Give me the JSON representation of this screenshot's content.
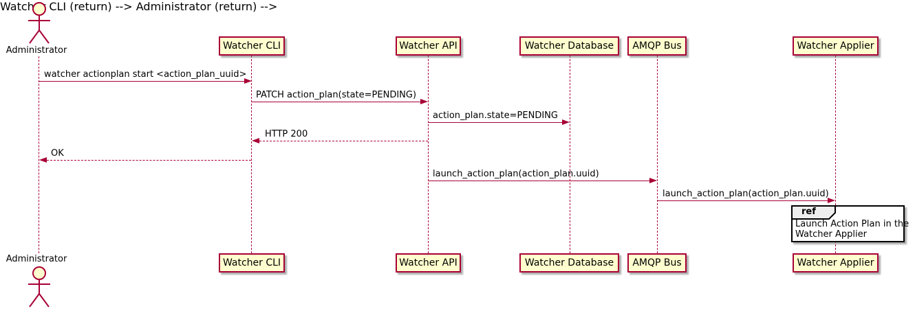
{
  "diagram": {
    "type": "sequence-diagram",
    "actor": {
      "name": "Administrator"
    },
    "participants": [
      {
        "label": "Watcher CLI"
      },
      {
        "label": "Watcher API"
      },
      {
        "label": "Watcher Database"
      },
      {
        "label": "AMQP Bus"
      },
      {
        "label": "Watcher Applier"
      }
    ],
    "messages": [
      {
        "from": "Administrator",
        "to": "Watcher CLI",
        "label": "watcher actionplan start <action_plan_uuid>",
        "line": "solid"
      },
      {
        "from": "Watcher CLI",
        "to": "Watcher API",
        "label": "PATCH action_plan(state=PENDING)",
        "line": "solid"
      },
      {
        "from": "Watcher API",
        "to": "Watcher Database",
        "label": "action_plan.state=PENDING",
        "line": "solid"
      },
      {
        "from": "Watcher API",
        "to": "Watcher CLI",
        "label": "HTTP 200",
        "line": "dotted"
      },
      {
        "from": "Watcher CLI",
        "to": "Administrator",
        "label": "OK",
        "line": "dotted"
      },
      {
        "from": "Watcher API",
        "to": "AMQP Bus",
        "label": "launch_action_plan(action_plan.uuid)",
        "line": "solid"
      },
      {
        "from": "AMQP Bus",
        "to": "Watcher Applier",
        "label": "launch_action_plan(action_plan.uuid)",
        "line": "solid"
      }
    ],
    "ref": {
      "keyword": "ref",
      "lines": [
        "Launch Action Plan in the",
        "Watcher Applier"
      ]
    },
    "colors": {
      "participant_fill": "#FEFECE",
      "accent": "#A80036",
      "text": "#000000",
      "ref_border": "#000000",
      "ref_header_fill": "#EEEEEE",
      "background": "#FFFFFF"
    }
  }
}
